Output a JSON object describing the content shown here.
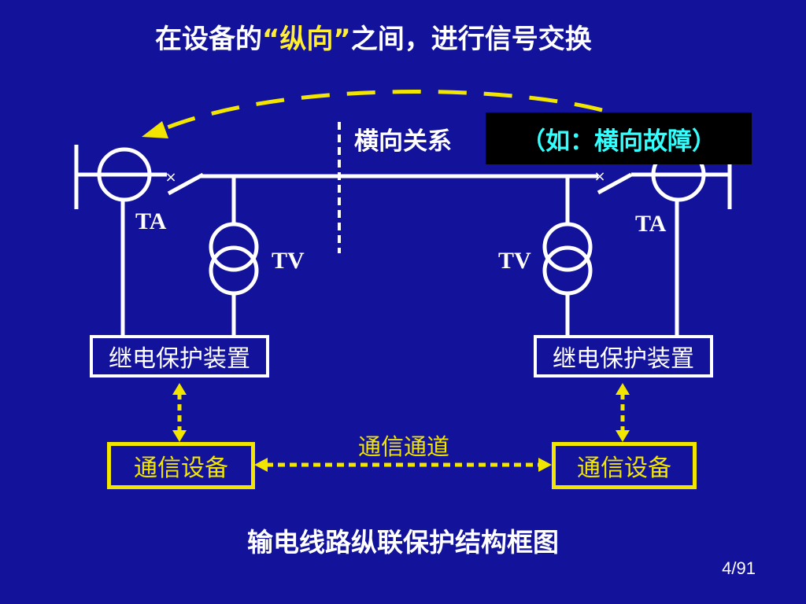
{
  "heading": {
    "before": "在设备的",
    "highlight": "“纵向”",
    "after": "之间，进行信号交换"
  },
  "diagram": {
    "horizontal_label": "横向关系",
    "fault_note": "（如：横向故障）",
    "left": {
      "ta": "TA",
      "tv": "TV",
      "relay": "继电保护装置",
      "comm": "通信设备"
    },
    "right": {
      "ta": "TA",
      "tv": "TV",
      "relay": "继电保护装置",
      "comm": "通信设备"
    },
    "channel_label": "通信通道"
  },
  "caption": "输电线路纵联保护结构框图",
  "page_number": "4/91",
  "colors": {
    "background": "#13129a",
    "highlight": "#ffee33",
    "dashed": "#f2e600",
    "fault_text": "#33ffff"
  }
}
